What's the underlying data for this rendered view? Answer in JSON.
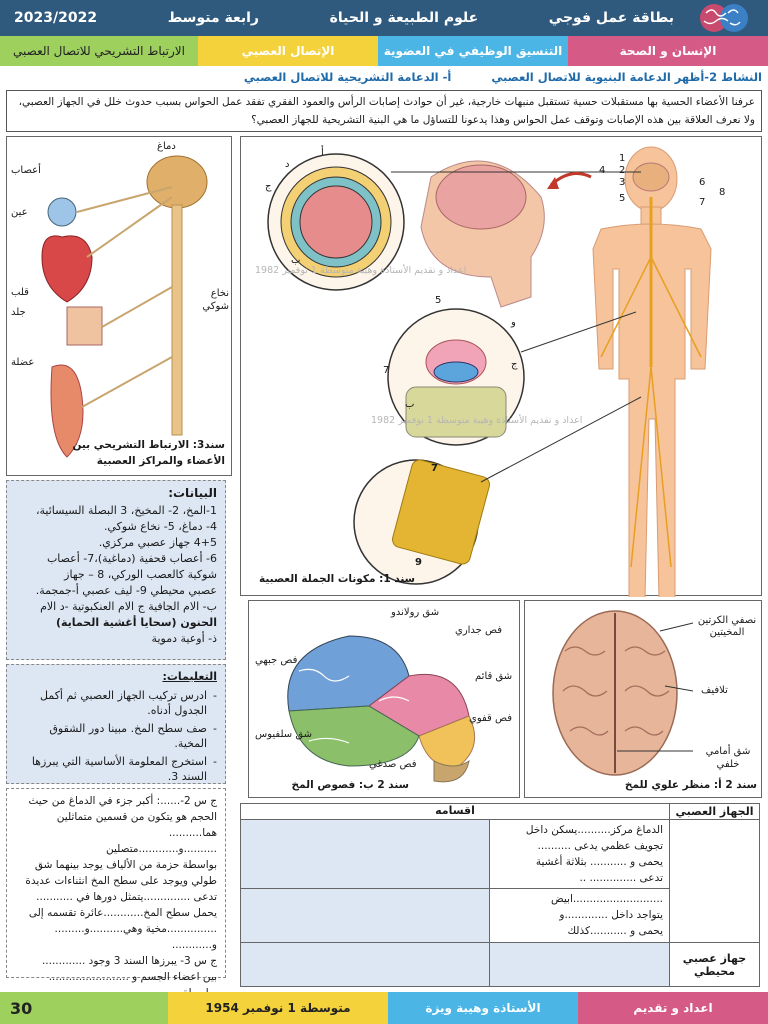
{
  "header": {
    "card_title": "بطاقة عمل فوجي",
    "subject": "علوم الطبيعة و الحياة",
    "level": "رابعة متوسط",
    "year": "2023/2022"
  },
  "tabs": [
    {
      "label": "الإنسان و الصحة"
    },
    {
      "label": "التنسيق الوظيفي في العضوية"
    },
    {
      "label": "الإتصال العصبي"
    },
    {
      "label": "الارتباط التشريحي للاتصال العصبي"
    }
  ],
  "activity": {
    "title": "النشاط 2-أظهر الدعامة البنيوية للاتصال العصبي",
    "subtitle": "أ- الدعامة التشريحية للاتصال العصبي"
  },
  "intro_text": "عرفنا الأعضاء الحسية بها مستقبلات حسية تستقبل منبهات خارجية، غير أن حوادث إصابات الرأس والعمود الفقري تفقد عمل الحواس بسبب حدوث خلل في الجهاز العصبي، ولا نعرف العلاقة بين هذه الإصابات وتوقف عمل الحواس وهذا يدعونا للتساؤل ما هي البنية التشريحية للجهاز العصبي؟",
  "doc1": {
    "caption": "سند 1: مكونات الجملة العصبية",
    "watermark": "اعداد و تقديم الأستاذة وهيبة متوسطة 1 نوفمبر 1982",
    "labels_body": [
      "1",
      "2",
      "3",
      "4",
      "5",
      "6",
      "7",
      "8"
    ],
    "labels_brain": [
      "أ",
      "ب",
      "ج",
      "د"
    ],
    "labels_spine": [
      "5",
      "و",
      "ج",
      "7",
      "ب"
    ],
    "labels_nerve": [
      "7",
      "9"
    ]
  },
  "doc3": {
    "caption_line1": "سند3: الارتباط التشريحي بين",
    "caption_line2": "الأعضاء والمراكز العصبية",
    "labels": [
      "دماغ",
      "أعصاب",
      "عين",
      "قلب",
      "جلد",
      "عضلة",
      "نخاع شوكي"
    ]
  },
  "doc2a": {
    "caption": "سند 2 أ: منظر علوي للمخ",
    "labels": [
      "نصفي الكرتين المخيتين",
      "تلافيف",
      "شق أمامي خلفي"
    ]
  },
  "doc2b": {
    "caption": "سند 2 ب: فصوص المخ",
    "labels": [
      "شق رولاندو",
      "فص جداري",
      "فص جبهي",
      "شق قائم",
      "فص قفوي",
      "شق سلفيوس",
      "فص صدغي"
    ]
  },
  "legend": {
    "title": "البيانات:",
    "lines": [
      "1-المخ، 2- المخيخ، 3 البصلة السيسائية،",
      "4- دماغ، 5- نخاع شوكي.",
      "4+5 جهاز عصبي مركزي.",
      "6- أعصاب قحفية (دماغية)،7- أعصاب",
      "شوكية كالعصب الوركي، 8 – جهاز",
      "عصبي محيطي 9- ليف عصبي أ-جمجمة.",
      "ب- الام الجافية ج الام العنكبوتية -د الام",
      "الحنون (سحايا أغشية الحماية)",
      "ذ- أوعية دموية"
    ]
  },
  "instructions": {
    "title": "التعليمات:",
    "items": [
      "ادرس تركيب الجهاز العصبي ثم أكمل الجدول أدناه.",
      "صف سطح المخ. مبينا دور الشقوق المخية.",
      "استخرج المعلومة الأساسية التي يبرزها السند 3."
    ]
  },
  "answers": {
    "lines": [
      "ج س 2-......: أكبر جزء في الدماغ من حيث",
      "الحجم هو يتكون من قسمين متماثلين هما..........",
      "..........و............متصلين",
      "بواسطة حزمة من الألياف يوجد بينهما شق",
      "طولي ويوجد على سطح المخ انثناءات عديدة",
      "تدعى ..............يتمثل دورها في ...........",
      "يحمل سطح المخ............عائرة تقسمه إلى",
      "...............مخية وهي..........و.........",
      "و............",
      "ج س 3- يبرزها السند 3 وجود .............",
      "بين اعضاء الجسم و ........................",
      "بواسطة ..................................."
    ]
  },
  "table": {
    "header_system": "الجهاز العصبي",
    "header_parts": "اقسامه",
    "central_lines": [
      "الدماغ مركز..........يسكن داخل",
      "تجويف عظمي يدعى ..........",
      "يحمى و ........... بثلاثة أغشية",
      "تدعى .............. .."
    ],
    "spinal_lines": [
      "...........................ابيض",
      "يتواجد داخل .............و",
      "يحمى و ...........كذلك"
    ],
    "peripheral_label": "جهاز عصبي محيطي"
  },
  "footer": {
    "prepared_by": "اعداد و تقديم",
    "teacher": "الأستاذة وهيبة ويزة",
    "school": "متوسطة 1 نوفمبر 1954",
    "page": "30"
  }
}
